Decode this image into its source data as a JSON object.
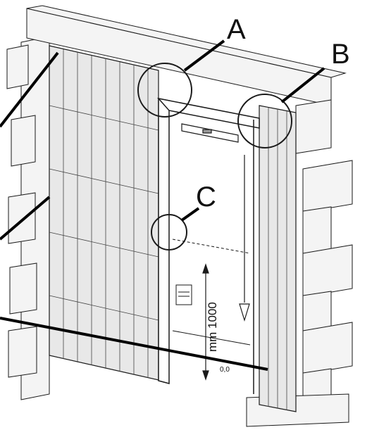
{
  "callouts": {
    "a": "A",
    "b": "B",
    "c": "C"
  },
  "dimension": {
    "height": "mm 1000",
    "tolerance": "0,0"
  },
  "colors": {
    "line": "#1a1a1a",
    "brick_fill": "#f4f4f4",
    "mesh": "#444444",
    "background": "#ffffff"
  },
  "icons": {
    "plumb_bob": "plumb-bob-icon",
    "level_tool": "spirit-level-icon"
  }
}
